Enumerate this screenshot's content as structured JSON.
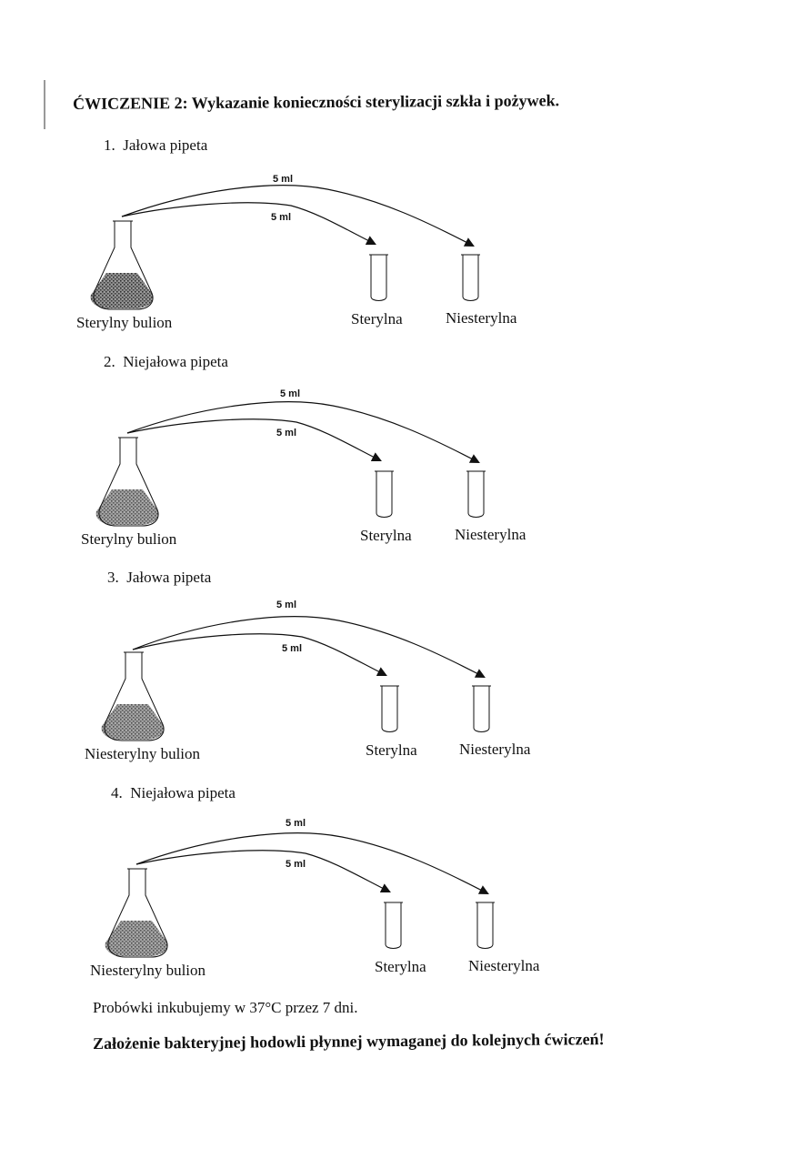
{
  "document": {
    "title": "ĆWICZENIE 2: Wykazanie konieczności sterylizacji szkła i pożywek.",
    "note": "Probówki inkubujemy w 37°C przez 7 dni.",
    "footer": "Założenie bakteryjnej hodowli płynnej wymaganej do kolejnych ćwiczeń!"
  },
  "experiments": [
    {
      "number": "1.",
      "title": "Jałowa pipeta",
      "flask_label": "Sterylny bulion",
      "volume_upper": "5 ml",
      "volume_lower": "5 ml",
      "tube_left_label": "Sterylna",
      "tube_right_label": "Niesterylna"
    },
    {
      "number": "2.",
      "title": "Niejałowa pipeta",
      "flask_label": "Sterylny bulion",
      "volume_upper": "5 ml",
      "volume_lower": "5 ml",
      "tube_left_label": "Sterylna",
      "tube_right_label": "Niesterylna"
    },
    {
      "number": "3.",
      "title": "Jałowa pipeta",
      "flask_label": "Niesterylny bulion",
      "volume_upper": "5 ml",
      "volume_lower": "5 ml",
      "tube_left_label": "Sterylna",
      "tube_right_label": "Niesterylna"
    },
    {
      "number": "4.",
      "title": "Niejałowa pipeta",
      "flask_label": "Niesterylny bulion",
      "volume_upper": "5 ml",
      "volume_lower": "5 ml",
      "tube_left_label": "Sterylna",
      "tube_right_label": "Niesterylna"
    }
  ],
  "colors": {
    "ink": "#111111",
    "broth_fill": "#6b6b6b"
  },
  "icons": {
    "flask": "erlenmeyer-flask-icon",
    "tube": "test-tube-icon",
    "arrow": "arrowhead-icon"
  }
}
